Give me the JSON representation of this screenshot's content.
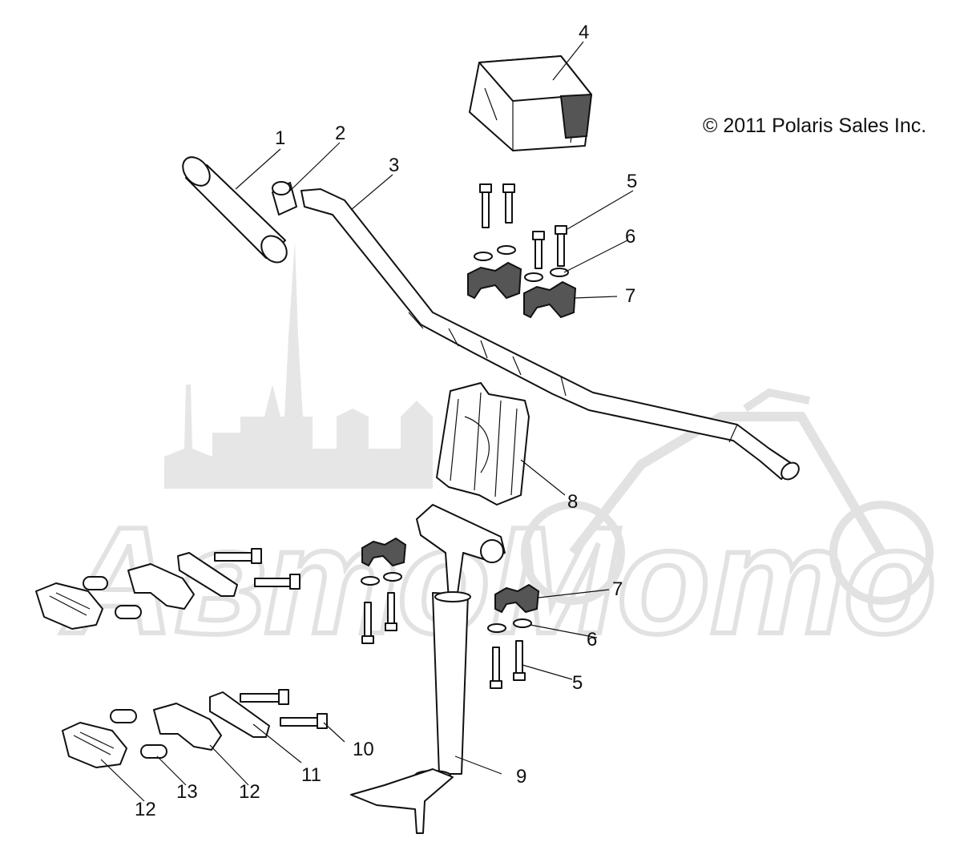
{
  "copyright": "© 2011 Polaris Sales Inc.",
  "watermark": "АвтоМото",
  "callouts": [
    "1",
    "2",
    "3",
    "4",
    "5",
    "6",
    "7",
    "5",
    "6",
    "7",
    "8",
    "9",
    "10",
    "11",
    "12",
    "12",
    "13"
  ],
  "colors": {
    "line": "#111111",
    "watermark": "#e2e2e2",
    "background": "#ffffff"
  }
}
